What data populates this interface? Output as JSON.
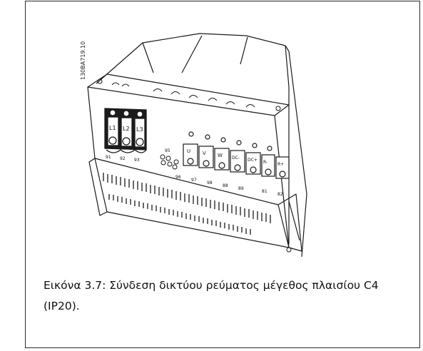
{
  "figure": {
    "reference_code": "130BA719.10",
    "terminal_labels": [
      "L1",
      "L2",
      "L3",
      "U",
      "V",
      "W",
      "DC-",
      "DC+",
      "R-",
      "R+"
    ],
    "terminal_numbers": [
      "91",
      "92",
      "93",
      "95",
      "96",
      "97",
      "98",
      "88",
      "89",
      "81",
      "82"
    ]
  },
  "caption": {
    "line1": "Εικόνα 3.7: Σύνδεση δικτύου ρεύματος μέγεθος πλαισίου C4",
    "line2": "(IP20)."
  }
}
